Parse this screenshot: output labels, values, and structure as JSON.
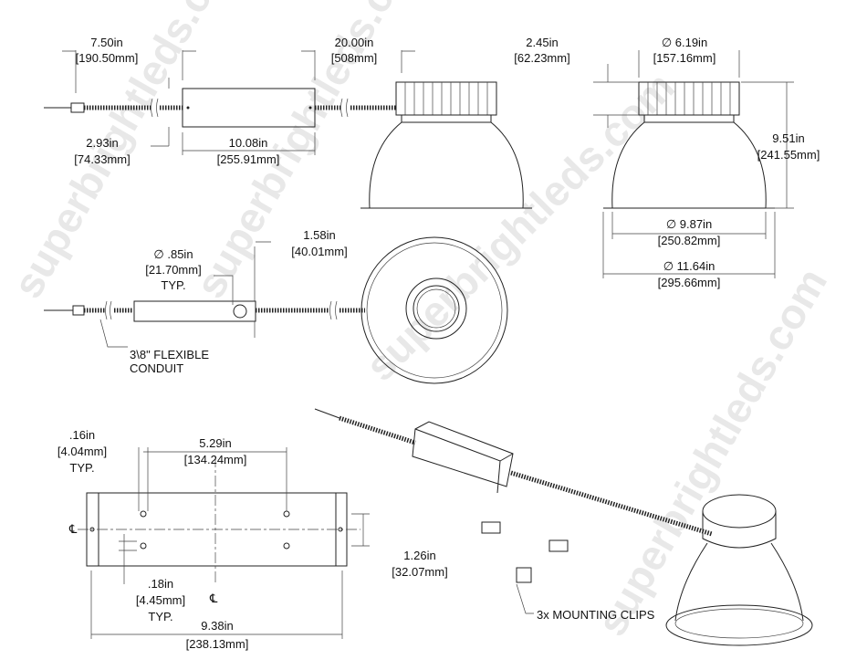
{
  "watermark": "superbrightleds.com",
  "side_view": {
    "wire_length": {
      "in": "7.50in",
      "mm": "[190.50mm]"
    },
    "conduit_length": {
      "in": "20.00in",
      "mm": "[508mm]"
    },
    "driver_height": {
      "in": "2.93in",
      "mm": "[74.33mm]"
    },
    "driver_length": {
      "in": "10.08in",
      "mm": "[255.91mm]"
    }
  },
  "fixture_side": {
    "heatsink_height": {
      "in": "2.45in",
      "mm": "[62.23mm]"
    },
    "heatsink_diameter": {
      "in": "∅ 6.19in",
      "mm": "[157.16mm]"
    },
    "total_height": {
      "in": "9.51in",
      "mm": "[241.55mm]"
    },
    "aperture_diameter": {
      "in": "∅ 9.87in",
      "mm": "[250.82mm]"
    },
    "flange_diameter": {
      "in": "∅ 11.64in",
      "mm": "[295.66mm]"
    }
  },
  "top_view": {
    "knockout": {
      "in": "∅ .85in",
      "mm": "[21.70mm]",
      "note": "TYP."
    },
    "driver_width": {
      "in": "1.58in",
      "mm": "[40.01mm]"
    },
    "conduit_label": [
      "3\\8\" FLEXIBLE",
      "CONDUIT"
    ]
  },
  "driver_plate": {
    "hole_offset": {
      "in": ".16in",
      "mm": "[4.04mm]",
      "note": "TYP."
    },
    "hole_spacing": {
      "in": "5.29in",
      "mm": "[134.24mm]"
    },
    "hole_vertical": {
      "in": ".18in",
      "mm": "[4.45mm]",
      "note": "TYP."
    },
    "plate_width": {
      "in": "1.26in",
      "mm": "[32.07mm]"
    },
    "plate_length": {
      "in": "9.38in",
      "mm": "[238.13mm]"
    },
    "centerline": "℄"
  },
  "iso_view": {
    "clips_label": "3x MOUNTING CLIPS"
  }
}
